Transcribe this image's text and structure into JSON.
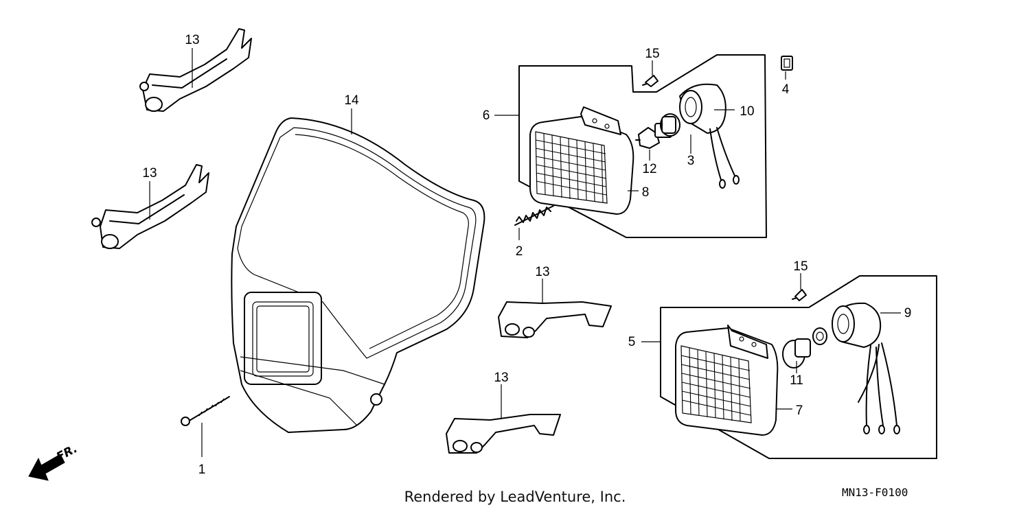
{
  "callouts": [
    "1",
    "2",
    "3",
    "4",
    "5",
    "6",
    "7",
    "8",
    "9",
    "10",
    "11",
    "12",
    "13",
    "14",
    "15"
  ],
  "direction_label": "FR.",
  "credit": "Rendered by LeadVenture, Inc.",
  "diagram_code": "MN13-F0100"
}
